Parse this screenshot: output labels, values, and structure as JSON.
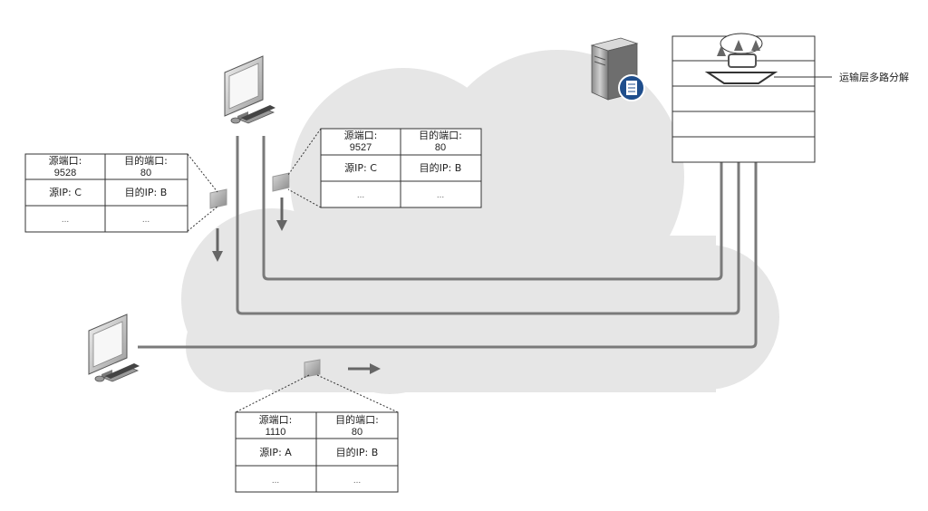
{
  "demux_label": "运输层多路分解",
  "packets": [
    {
      "name": "packet-top-left",
      "src_port_label": "源端口:",
      "src_port": "9528",
      "dst_port_label": "目的端口:",
      "dst_port": "80",
      "src_ip": "源IP: C",
      "dst_ip": "目的IP: B",
      "more_left": "...",
      "more_right": "..."
    },
    {
      "name": "packet-top-right",
      "src_port_label": "源端口:",
      "src_port": "9527",
      "dst_port_label": "目的端口:",
      "dst_port": "80",
      "src_ip": "源IP: C",
      "dst_ip": "目的IP: B",
      "more_left": "...",
      "more_right": "..."
    },
    {
      "name": "packet-bottom",
      "src_port_label": "源端口:",
      "src_port": "1110",
      "dst_port_label": "目的端口:",
      "dst_port": "80",
      "src_ip": "源IP: A",
      "dst_ip": "目的IP: B",
      "more_left": "...",
      "more_right": "..."
    }
  ],
  "icons": {
    "client_top": "desktop-computer-icon",
    "client_bottom": "desktop-computer-icon",
    "server": "server-document-icon"
  },
  "colors": {
    "cloud": "#e6e6e6",
    "line": "#7a7a7a",
    "arrow": "#666666",
    "border": "#333333"
  }
}
